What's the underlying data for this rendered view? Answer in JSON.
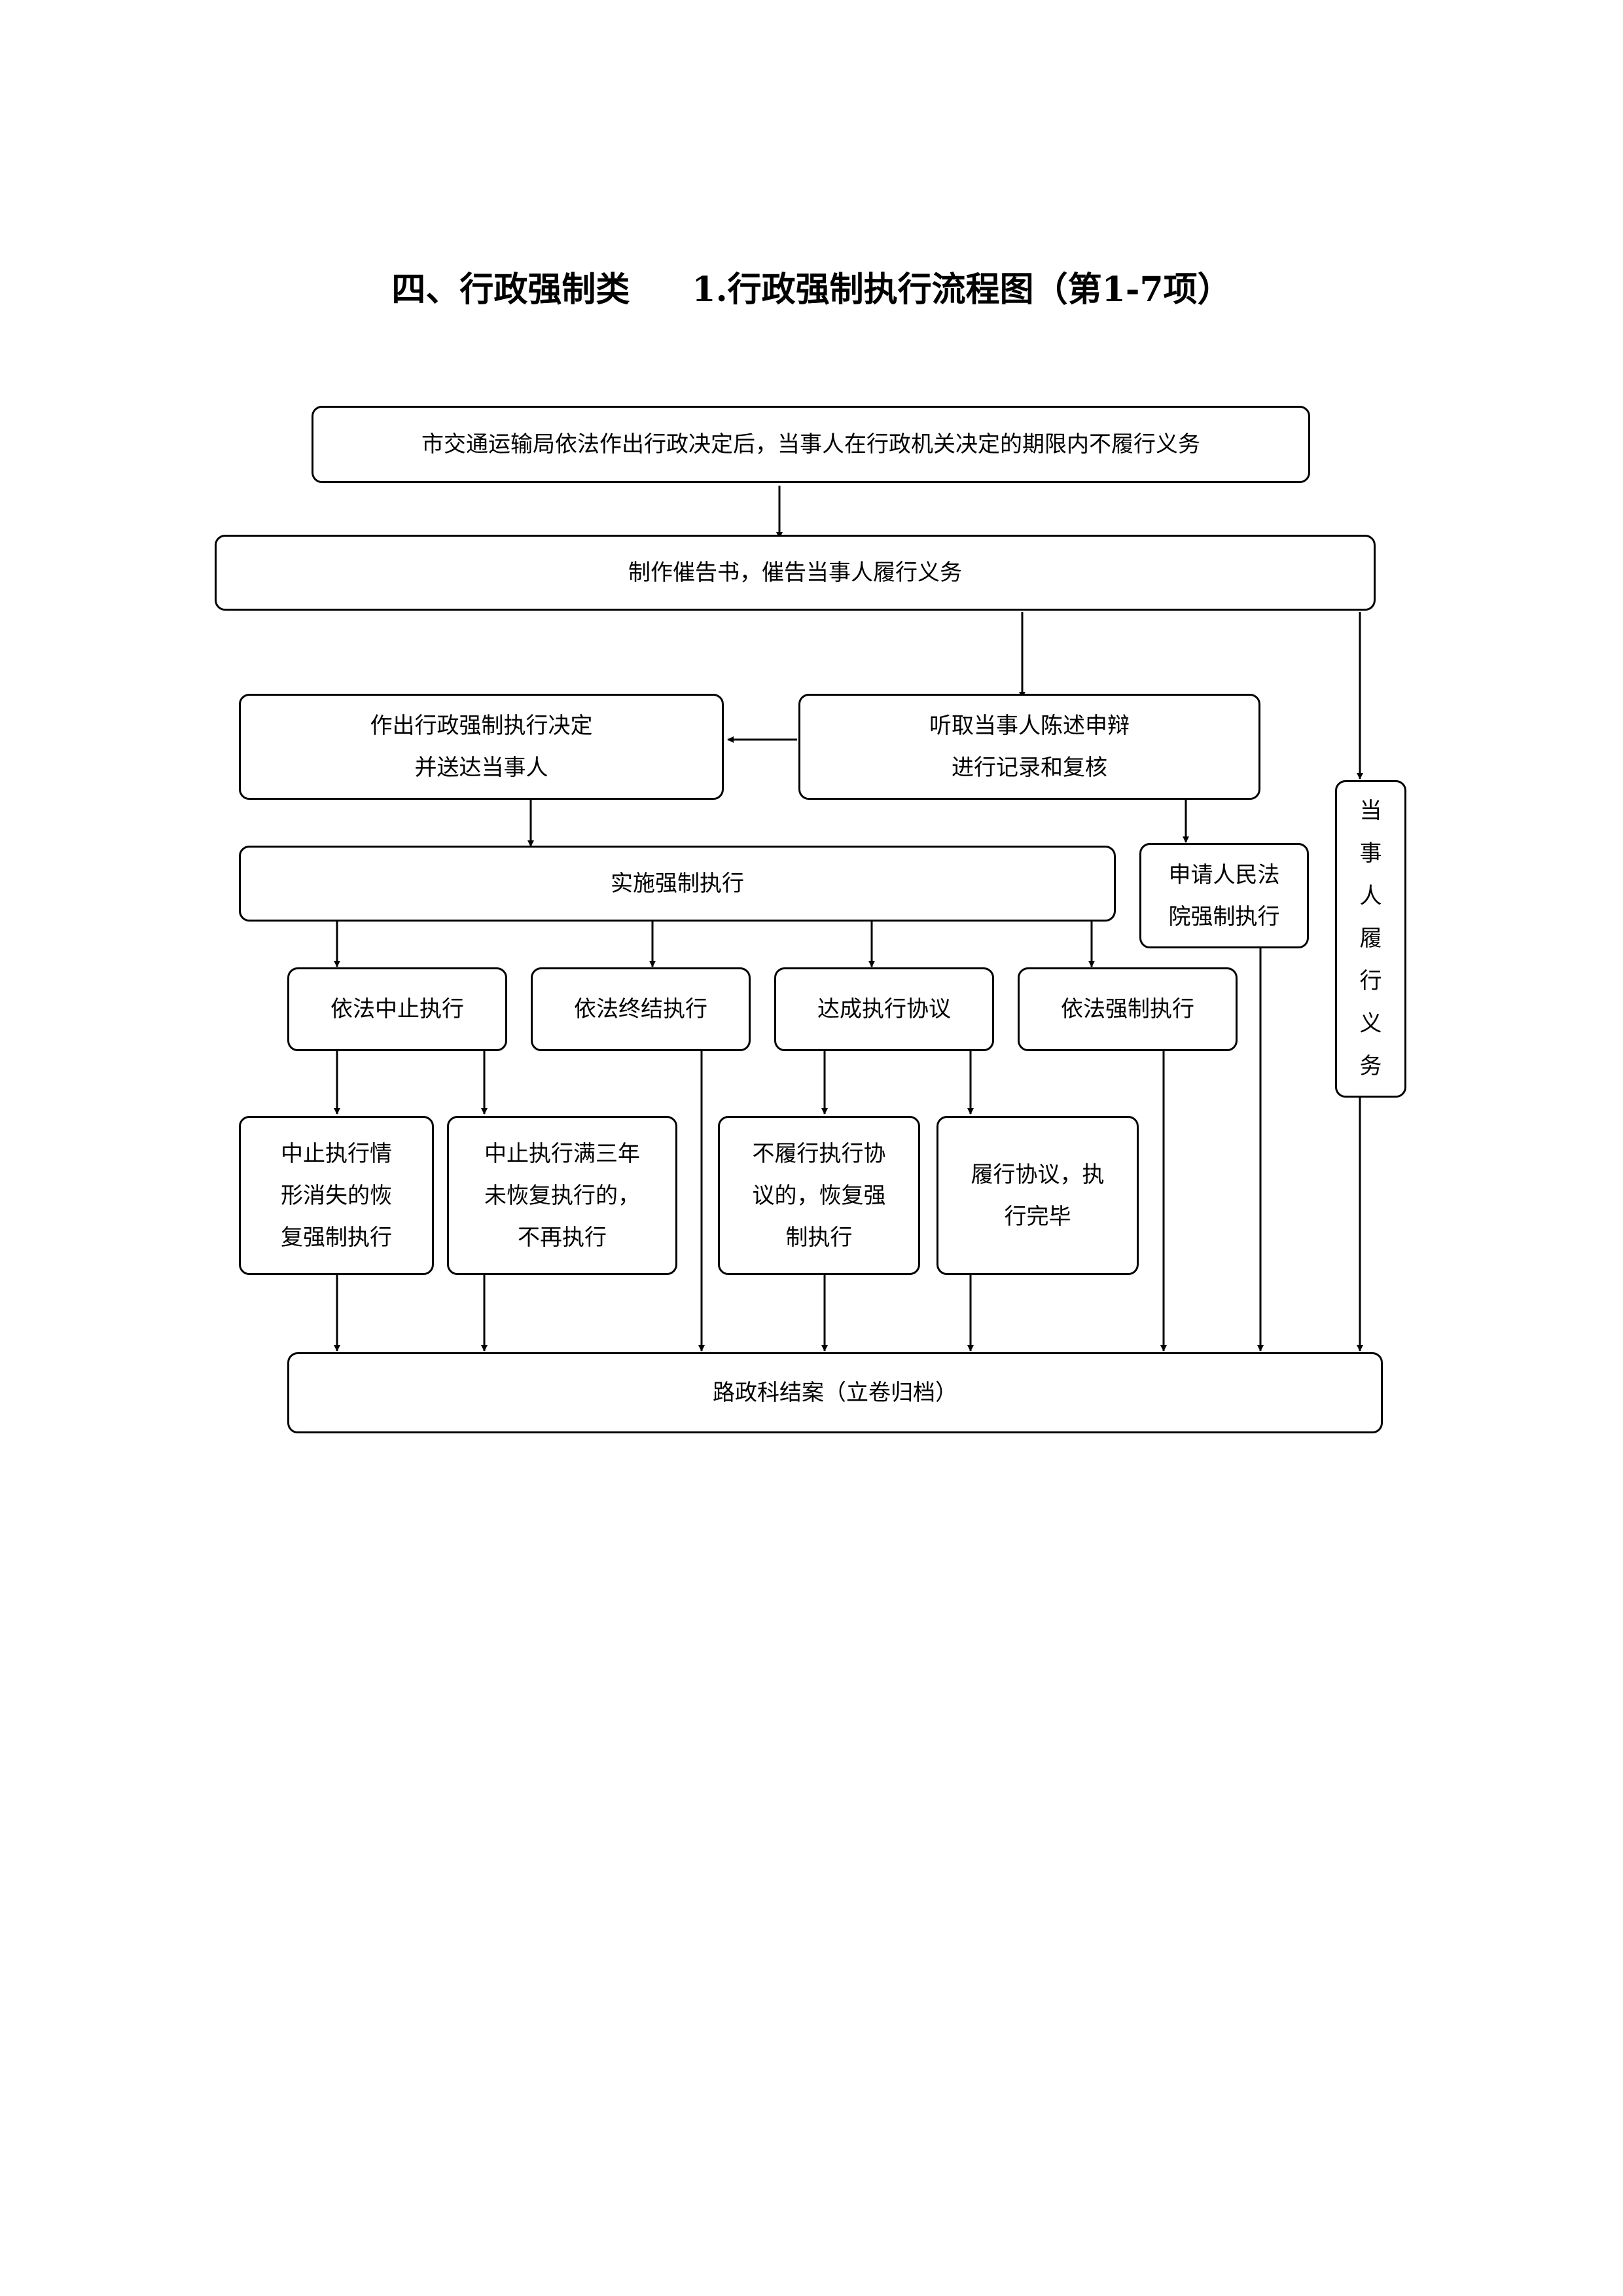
{
  "title": {
    "part1": "四、行政强制类",
    "part2": "1.行政强制执行流程图（第1-7项）"
  },
  "nodes": {
    "start": "市交通运输局依法作出行政决定后，当事人在行政机关决定的期限内不履行义务",
    "notice": "制作催告书，催告当事人履行义务",
    "hear": "听取当事人陈述申辩\n进行记录和复核",
    "decide": "作出行政强制执行决定\n并送达当事人",
    "implement": "实施强制执行",
    "court": "申请人民法\n院强制执行",
    "fulfill": [
      "当",
      "事",
      "人",
      "履",
      "行",
      "义",
      "务"
    ],
    "suspend": "依法中止执行",
    "terminate": "依法终结执行",
    "agreement": "达成执行协议",
    "enforce": "依法强制执行",
    "resume_after_suspend": "中止执行情\n形消失的恢\n复强制执行",
    "no_resume_3y": "中止执行满三年\n未恢复执行的，\n不再执行",
    "resume_breach": "不履行执行协\n议的，恢复强\n制执行",
    "agreement_done": "履行协议，执\n行完毕",
    "close_case": "路政科结案（立卷归档）"
  }
}
